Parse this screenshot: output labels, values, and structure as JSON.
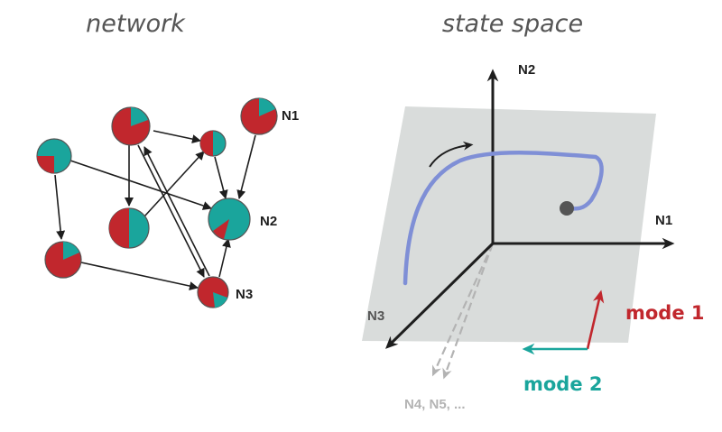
{
  "titles": {
    "network": "network",
    "state_space": "state space"
  },
  "network": {
    "nodes": [
      {
        "id": "n1",
        "label": "N1"
      },
      {
        "id": "n2",
        "label": "N2"
      },
      {
        "id": "n3",
        "label": "N3"
      }
    ]
  },
  "state_space": {
    "axes": {
      "n2": "N2",
      "n1": "N1",
      "n3": "N3",
      "more": "N4, N5, ..."
    },
    "modes": {
      "mode1": "mode 1",
      "mode2": "mode 2"
    }
  },
  "colors": {
    "red": "#c1272d",
    "teal": "#1aa59c",
    "trajectory": "#7f8fd6",
    "plane": "#d9dcdb",
    "axis": "#1e1e1e",
    "ghost_axis": "#b3b3b3"
  }
}
